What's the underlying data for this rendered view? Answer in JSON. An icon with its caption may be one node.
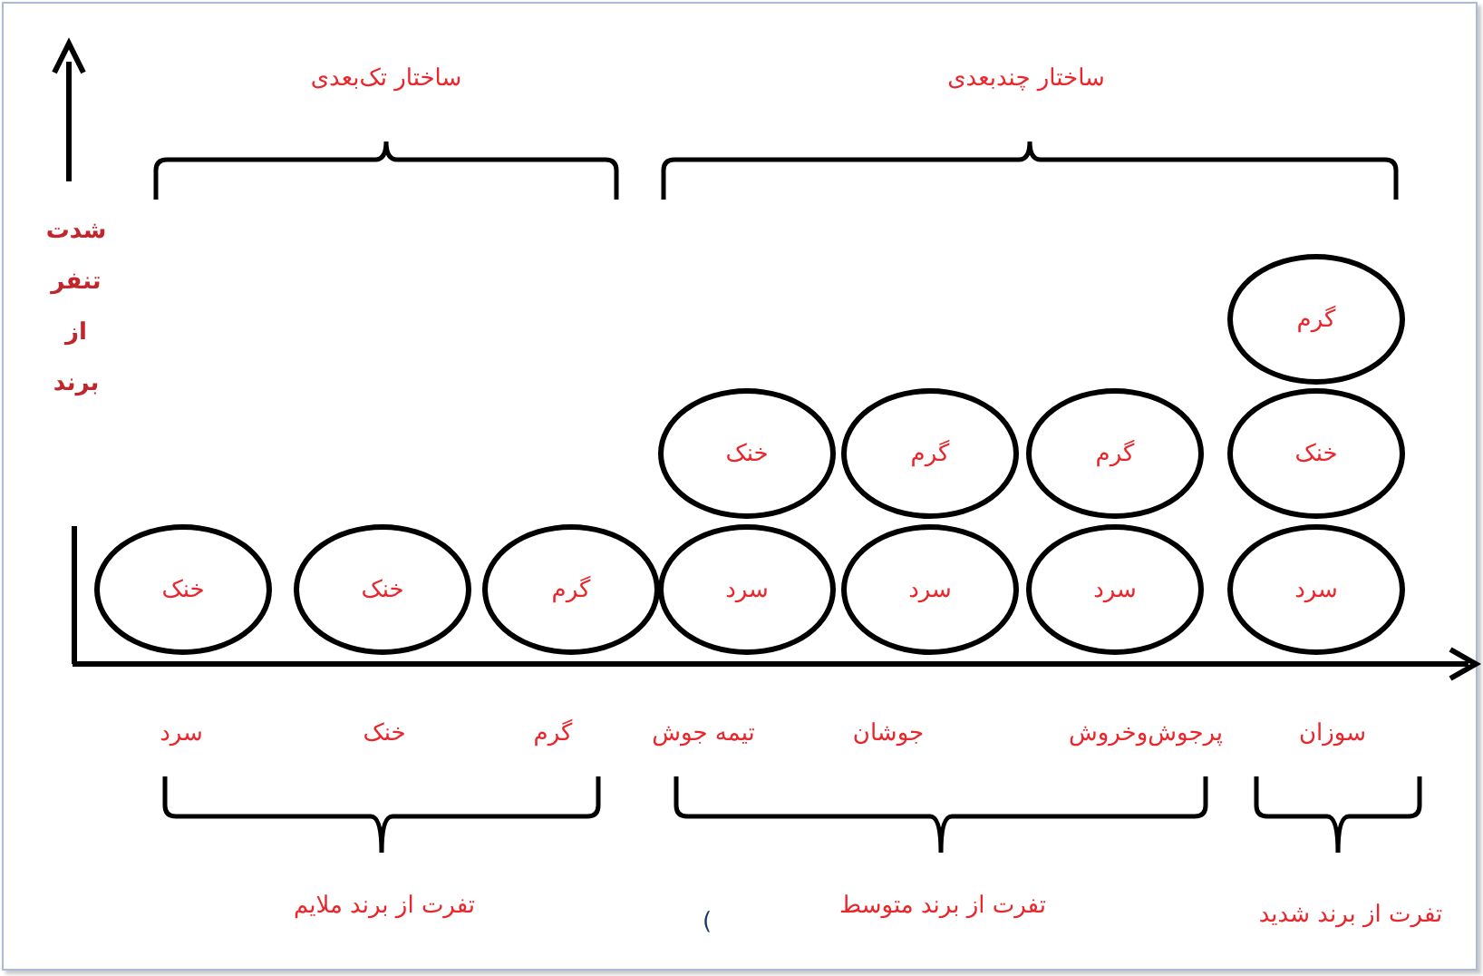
{
  "diagram": {
    "nodes": [
      {
        "text": [
          "گرم"
        ]
      },
      {
        "text": [
          "خنک"
        ]
      },
      {
        "text": [
          "گرم"
        ]
      },
      {
        "text": [
          "گرم"
        ]
      },
      {
        "text": [
          "خنک"
        ]
      },
      {
        "text": [
          "خنک"
        ]
      },
      {
        "text": [
          "خنک"
        ]
      },
      {
        "text": [
          "گرم"
        ]
      },
      {
        "text": [
          "سرد"
        ]
      },
      {
        "text": [
          "سرد"
        ]
      },
      {
        "text": [
          "سرد"
        ]
      },
      {
        "text": [
          "سرد"
        ]
      }
    ],
    "labels": [
      "ساختار تک‌بعدی",
      "ساختار چندبعدی",
      "شدت تنفر از برند",
      "سرد",
      "خنک",
      "گرم",
      "تیمه جوش",
      "جوشان",
      "پرجوش‌وخروش",
      "سوزان",
      "تفرت از برند ملایم",
      ")",
      "تفرت از برند متوسط",
      "تفرت از برند شدید"
    ]
  }
}
